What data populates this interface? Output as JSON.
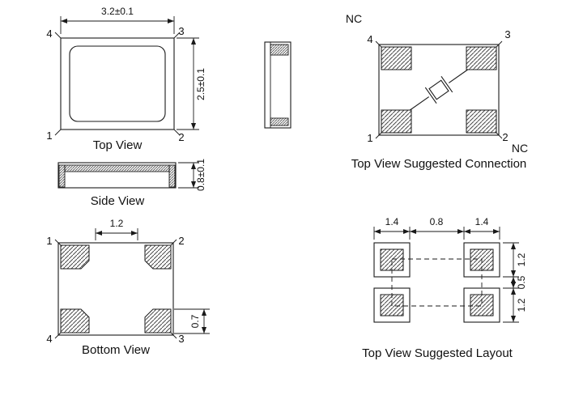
{
  "page": {
    "background": "#ffffff",
    "line_color": "#1a1a1a"
  },
  "views": {
    "top": {
      "title": "Top View",
      "dim_width": "3.2±0.1",
      "dim_height": "2.5±0.1",
      "pin_tl": "4",
      "pin_tr": "3",
      "pin_bl": "1",
      "pin_br": "2"
    },
    "side": {
      "title": "Side View",
      "dim_height": "0.8±0.1"
    },
    "bottom": {
      "title": "Bottom View",
      "dim_top": "1.2",
      "dim_right": "0.7",
      "pin_tl": "1",
      "pin_tr": "2",
      "pin_bl": "4",
      "pin_br": "3"
    },
    "connection": {
      "title": "Top View Suggested Connection",
      "pin_tl": "4",
      "pin_tr": "3",
      "pin_bl": "1",
      "pin_br": "2",
      "nc_top": "NC",
      "nc_bottom": "NC"
    },
    "layout": {
      "title": "Top View Suggested Layout",
      "dim_left_pad": "1.4",
      "dim_gap": "0.8",
      "dim_right_pad": "1.4",
      "dim_top_pad": "1.2",
      "dim_vgap": "0.5",
      "dim_bottom_pad": "1.2"
    }
  }
}
